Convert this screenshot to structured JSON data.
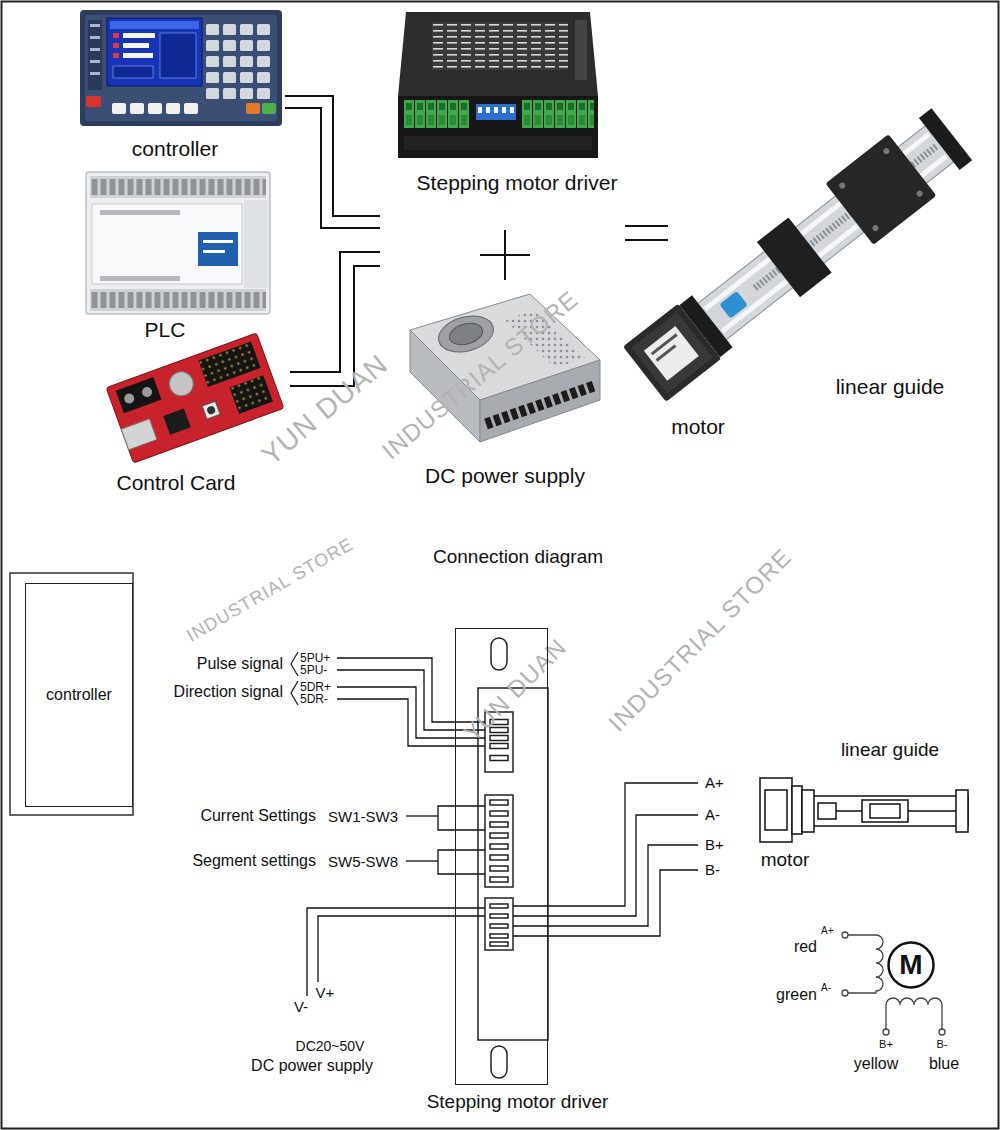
{
  "diagram": {
    "title": "Connection diagram",
    "nodes": [
      {
        "text": [
          "controller"
        ]
      },
      {
        "text": [
          "Stepping motor driver"
        ]
      },
      {
        "text": [
          "M"
        ]
      }
    ],
    "labels": [
      "controller",
      "Stepping motor driver",
      "PLC",
      "linear guide",
      "motor",
      "Control Card",
      "DC power supply",
      "Pulse signal",
      "5PU+",
      "5PU-",
      "Direction signal",
      "5DR+",
      "5DR-",
      "Current Settings",
      "SW1-SW3",
      "Segment settings",
      "SW5-SW8",
      "linear guide",
      "A+",
      "A-",
      "B+",
      "B-",
      "motor",
      "V-",
      "V+",
      "DC20~50V",
      "DC power supply",
      "red",
      "A+",
      "green",
      "A-",
      "B+",
      "B-",
      "yellow",
      "blue",
      "YUN DUAN",
      "INDUSTRIAL STORE",
      "INDUSTRIAL STORE",
      "YUN DUAN",
      "INDUSTRIAL STORE"
    ]
  }
}
